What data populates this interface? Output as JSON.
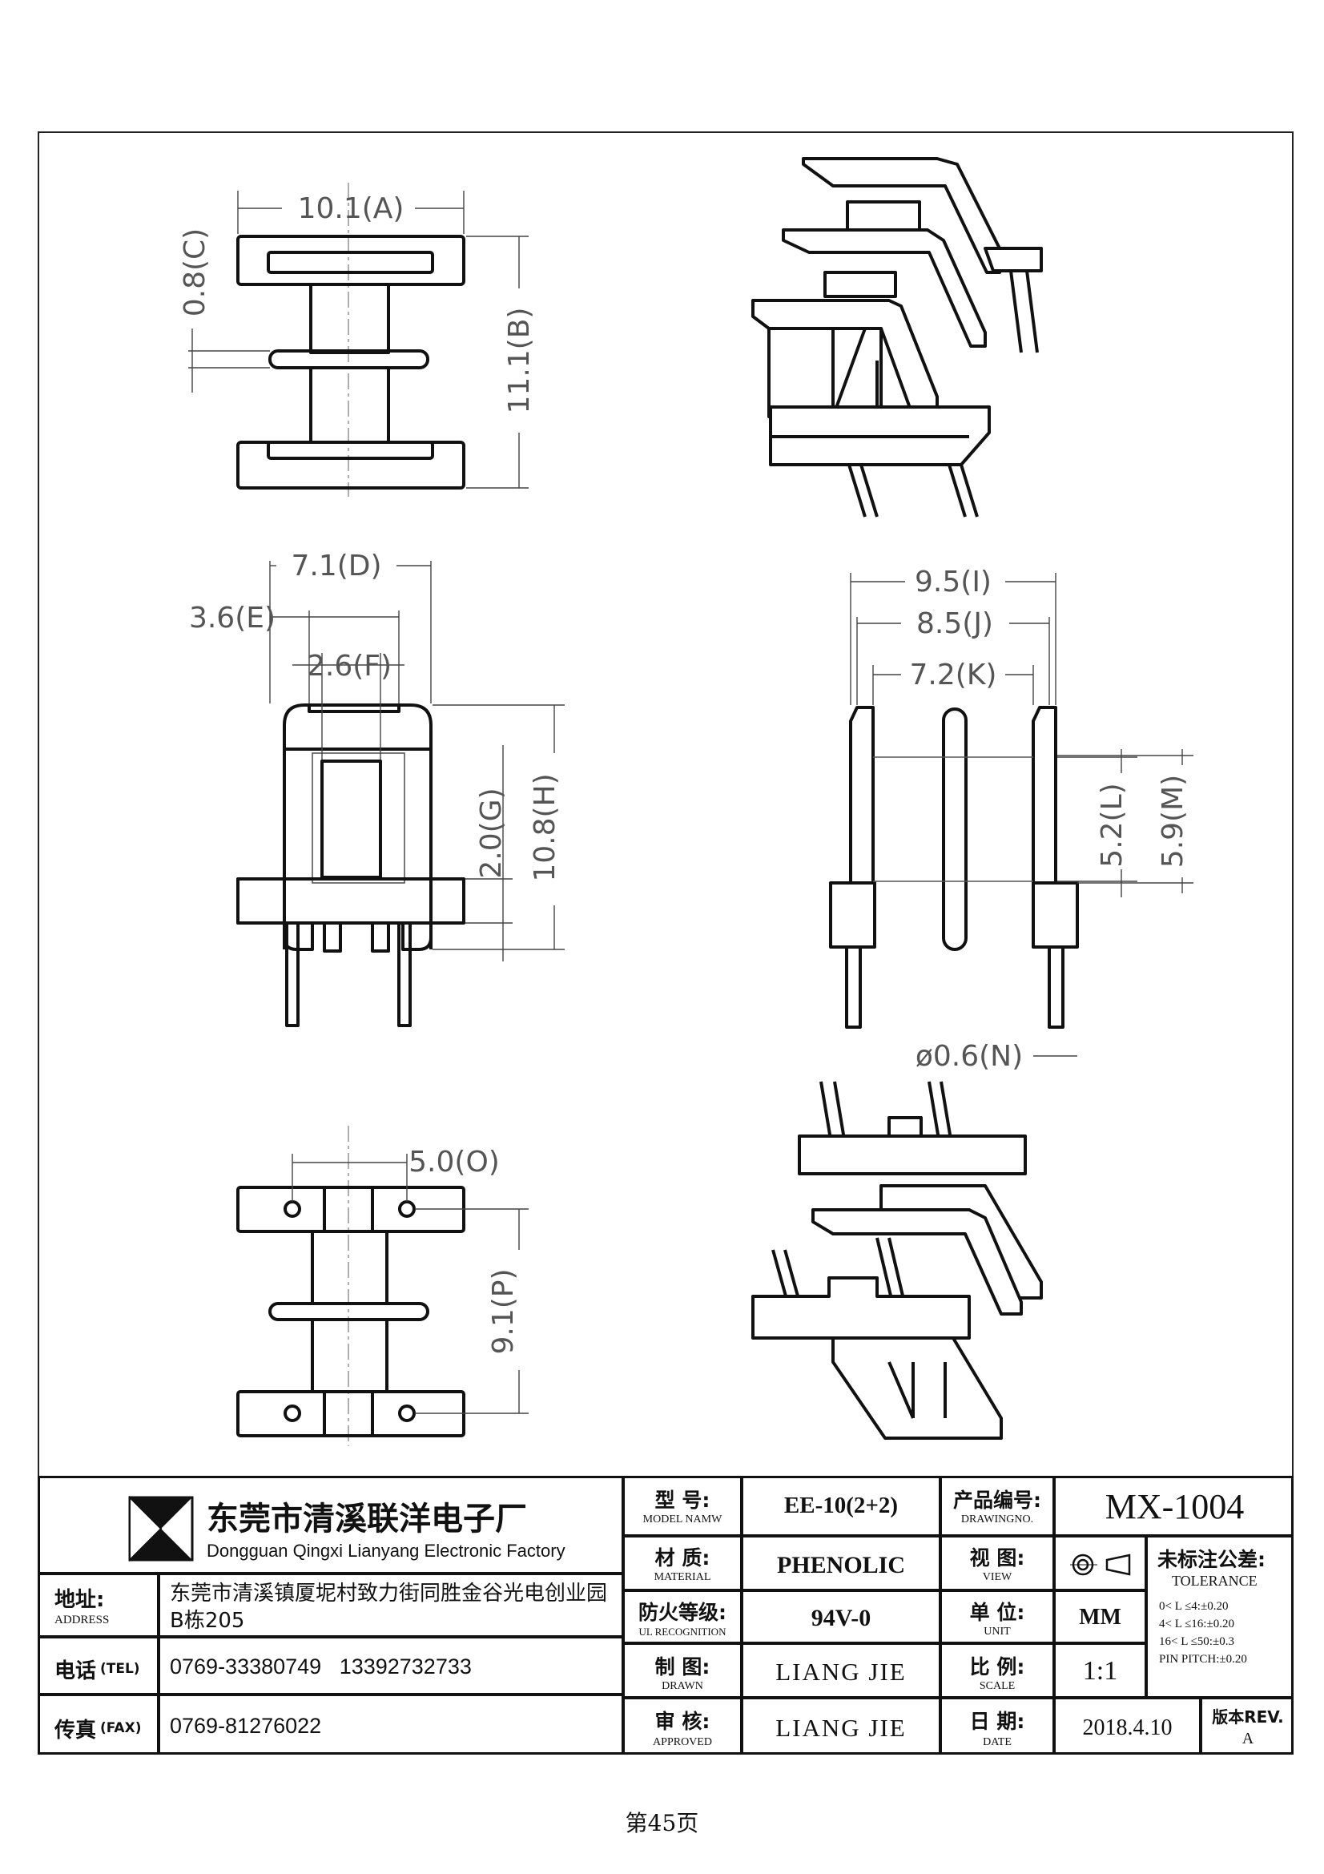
{
  "dimensions": {
    "A": "10.1(A)",
    "B": "11.1(B)",
    "C": "0.8(C)",
    "D": "7.1(D)",
    "E": "3.6(E)",
    "F": "2.6(F)",
    "G": "2.0(G)",
    "H": "10.8(H)",
    "I": "9.5(I)",
    "J": "8.5(J)",
    "K": "7.2(K)",
    "L": "5.2(L)",
    "M": "5.9(M)",
    "N": "ø0.6(N)",
    "O": "5.0(O)",
    "P": "9.1(P)"
  },
  "company": {
    "name_zh": "东莞市清溪联洋电子厂",
    "name_en": "Dongguan Qingxi Lianyang Electronic Factory",
    "address_label_zh": "地址:",
    "address_label_en": "ADDRESS",
    "address_value": "东莞市清溪镇厦坭村致力街同胜金谷光电创业园B栋205",
    "tel_label_zh": "电话",
    "tel_label_en": "(TEL)",
    "tel_value": "0769-33380749   13392732733",
    "fax_label_zh": "传真",
    "fax_label_en": "(FAX)",
    "fax_value": "0769-81276022"
  },
  "fields": {
    "model_label_zh": "型  号:",
    "model_label_en": "MODEL NAMW",
    "model_value": "EE-10(2+2)",
    "material_label_zh": "材  质:",
    "material_label_en": "MATERIAL",
    "material_value": "PHENOLIC",
    "ul_label_zh": "防火等级:",
    "ul_label_en": "UL RECOGNITION",
    "ul_value": "94V-0",
    "drawn_label_zh": "制  图:",
    "drawn_label_en": "DRAWN",
    "drawn_value": "LIANG JIE",
    "approved_label_zh": "审  核:",
    "approved_label_en": "APPROVED",
    "approved_value": "LIANG JIE",
    "drawingno_label_zh": "产品编号:",
    "drawingno_label_en": "DRAWINGNO.",
    "drawingno_value": "MX-1004",
    "view_label_zh": "视  图:",
    "view_label_en": "VIEW",
    "unit_label_zh": "单  位:",
    "unit_label_en": "UNIT",
    "unit_value": "MM",
    "scale_label_zh": "比  例:",
    "scale_label_en": "SCALE",
    "scale_value": "1:1",
    "date_label_zh": "日  期:",
    "date_label_en": "DATE",
    "date_value": "2018.4.10",
    "rev_label": "版本REV.",
    "rev_value": "A",
    "tolerance_title_zh": "未标注公差:",
    "tolerance_title_en": "TOLERANCE",
    "tolerance_lines": [
      "0< L ≤4:±0.20",
      "4< L ≤16:±0.20",
      "16< L ≤50:±0.3",
      "PIN PITCH:±0.20"
    ]
  },
  "page_label": "第45页"
}
